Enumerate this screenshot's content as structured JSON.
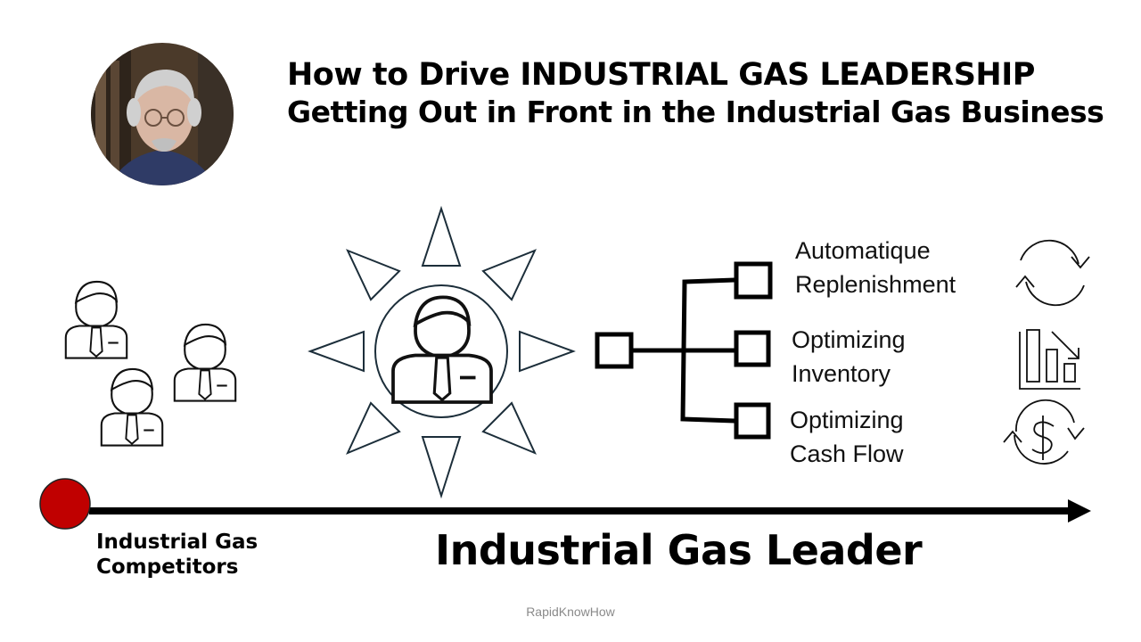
{
  "header": {
    "title_line1": "How to Drive INDUSTRIAL GAS LEADERSHIP",
    "title_line2": "Getting Out in Front in the Industrial Gas Business"
  },
  "benefits": [
    {
      "line1": "Automatique",
      "line2": "Replenishment",
      "icon": "refresh-cycle-icon"
    },
    {
      "line1": "Optimizing",
      "line2": "Inventory",
      "icon": "bar-chart-decrease-icon"
    },
    {
      "line1": "Optimizing",
      "line2": "Cash Flow",
      "icon": "dollar-cycle-icon"
    }
  ],
  "timeline": {
    "start_label_line1": "Industrial Gas",
    "start_label_line2": "Competitors",
    "end_label": "Industrial Gas Leader",
    "start_marker_color": "#c00000"
  },
  "footer": {
    "brand": "RapidKnowHow"
  },
  "colors": {
    "leader_outline": "#1f6b44",
    "sun_stroke": "#1c2e3a"
  }
}
